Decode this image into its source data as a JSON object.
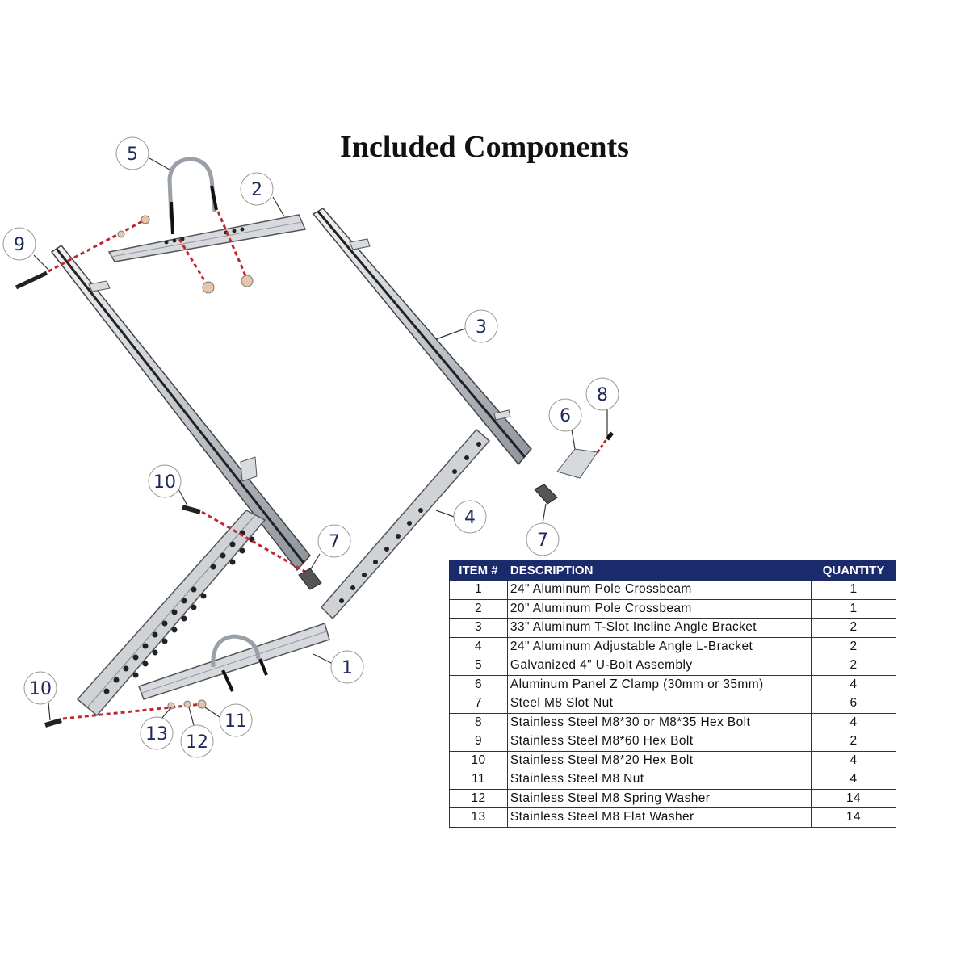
{
  "title": "Included Components",
  "callouts": [
    "5",
    "2",
    "9",
    "3",
    "6",
    "8",
    "10",
    "7",
    "4",
    "7",
    "1",
    "10",
    "13",
    "12",
    "11"
  ],
  "table": {
    "headers": [
      "ITEM #",
      "DESCRIPTION",
      "QUANTITY"
    ],
    "rows": [
      [
        "1",
        "24\" Aluminum Pole Crossbeam",
        "1"
      ],
      [
        "2",
        "20\" Aluminum Pole Crossbeam",
        "1"
      ],
      [
        "3",
        "33\" Aluminum T-Slot Incline Angle Bracket",
        "2"
      ],
      [
        "4",
        "24\" Aluminum Adjustable Angle L-Bracket",
        "2"
      ],
      [
        "5",
        "Galvanized 4\" U-Bolt Assembly",
        "2"
      ],
      [
        "6",
        "Aluminum Panel Z Clamp (30mm or 35mm)",
        "4"
      ],
      [
        "7",
        "Steel M8 Slot Nut",
        "6"
      ],
      [
        "8",
        "Stainless Steel M8*30 or M8*35 Hex Bolt",
        "4"
      ],
      [
        "9",
        "Stainless Steel M8*60 Hex Bolt",
        "2"
      ],
      [
        "10",
        "Stainless Steel M8*20 Hex Bolt",
        "4"
      ],
      [
        "11",
        "Stainless Steel M8 Nut",
        "4"
      ],
      [
        "12",
        "Stainless Steel M8 Spring Washer",
        "14"
      ],
      [
        "13",
        "Stainless Steel M8 Flat Washer",
        "14"
      ]
    ]
  },
  "colors": {
    "header_bg": "#1b2a6b",
    "callout_text": "#1f2a5a",
    "dash_red": "#c0282d",
    "metal": "#c9cdd2"
  }
}
